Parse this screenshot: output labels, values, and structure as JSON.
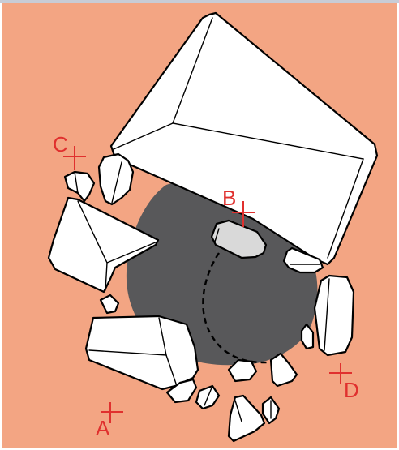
{
  "colors": {
    "background": "#f3a583",
    "top_band": "#c8ccd6",
    "shadow_disc": "#58585a",
    "highlighted_rock": "#d9d9d9",
    "marker": "#e0302e",
    "outline": "#000000",
    "rock": "#ffffff"
  },
  "markers": [
    {
      "id": "A",
      "label": "A"
    },
    {
      "id": "B",
      "label": "B"
    },
    {
      "id": "C",
      "label": "C"
    },
    {
      "id": "D",
      "label": "D"
    }
  ]
}
